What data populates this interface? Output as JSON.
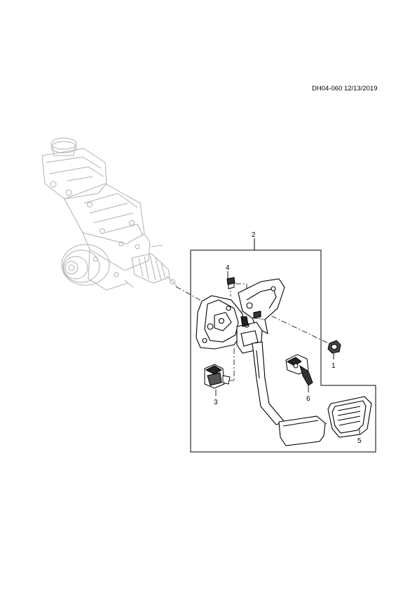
{
  "header": {
    "doc_id": "DH04-060 12/13/2019"
  },
  "callouts": {
    "c1": "1",
    "c2": "2",
    "c3": "3",
    "c4": "4",
    "c5": "5",
    "c6": "6"
  },
  "colors": {
    "line": "#000000",
    "ghost": "#b0b0b0",
    "background": "#ffffff"
  }
}
